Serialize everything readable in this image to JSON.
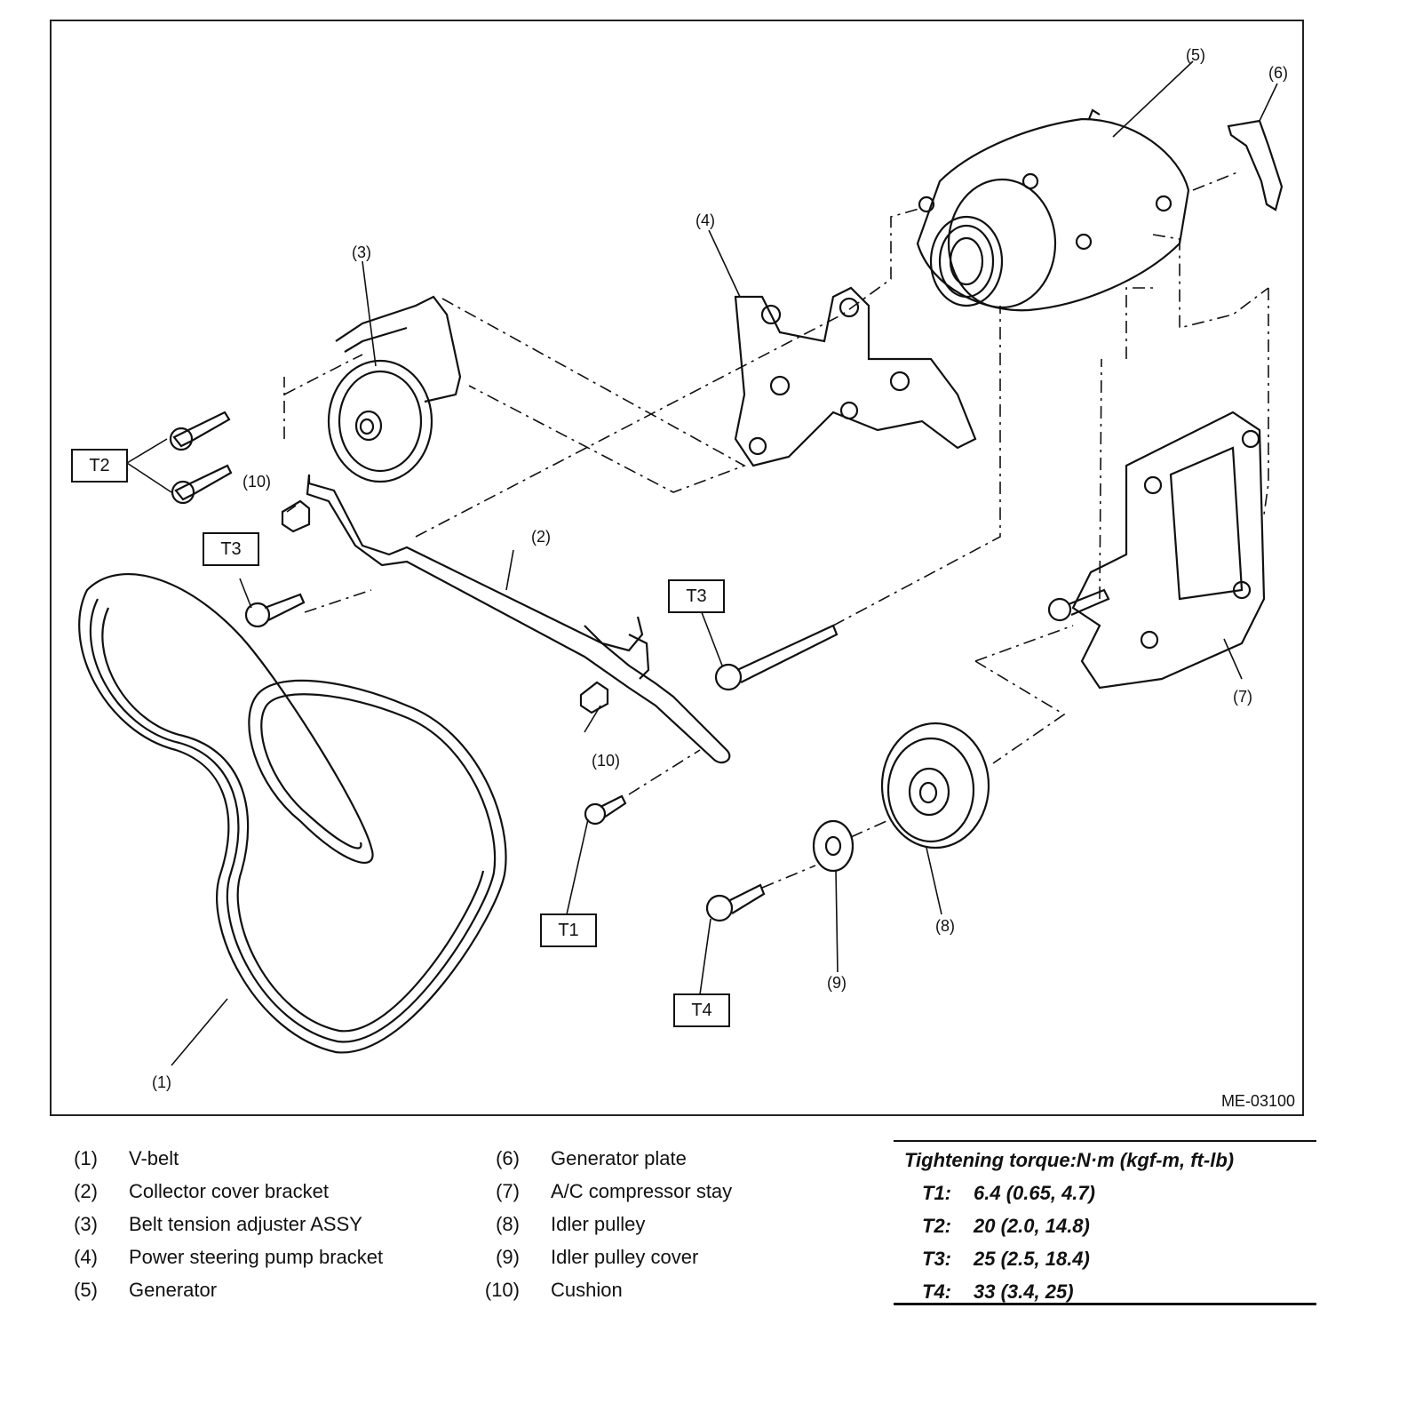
{
  "diagram": {
    "callouts": {
      "c1": "(1)",
      "c2": "(2)",
      "c3": "(3)",
      "c4": "(4)",
      "c5": "(5)",
      "c6": "(6)",
      "c7": "(7)",
      "c8": "(8)",
      "c9": "(9)",
      "c10a": "(10)",
      "c10b": "(10)"
    },
    "torque_tags": {
      "t1": "T1",
      "t2": "T2",
      "t3a": "T3",
      "t3b": "T3",
      "t4": "T4"
    },
    "figure_code": "ME-03100"
  },
  "legend": {
    "left": [
      {
        "num": "(1)",
        "text": "V-belt"
      },
      {
        "num": "(2)",
        "text": "Collector cover bracket"
      },
      {
        "num": "(3)",
        "text": "Belt tension adjuster ASSY"
      },
      {
        "num": "(4)",
        "text": "Power steering pump bracket"
      },
      {
        "num": "(5)",
        "text": "Generator"
      }
    ],
    "right": [
      {
        "num": "(6)",
        "text": "Generator plate"
      },
      {
        "num": "(7)",
        "text": "A/C compressor stay"
      },
      {
        "num": "(8)",
        "text": "Idler pulley"
      },
      {
        "num": "(9)",
        "text": "Idler pulley cover"
      },
      {
        "num": "(10)",
        "text": "Cushion"
      }
    ]
  },
  "torque": {
    "header": "Tightening torque:N·m (kgf-m, ft-lb)",
    "rows": [
      {
        "key": "T1:",
        "value": "6.4 (0.65, 4.7)"
      },
      {
        "key": "T2:",
        "value": "20 (2.0, 14.8)"
      },
      {
        "key": "T3:",
        "value": "25 (2.5, 18.4)"
      },
      {
        "key": "T4:",
        "value": "33 (3.4, 25)"
      }
    ]
  }
}
